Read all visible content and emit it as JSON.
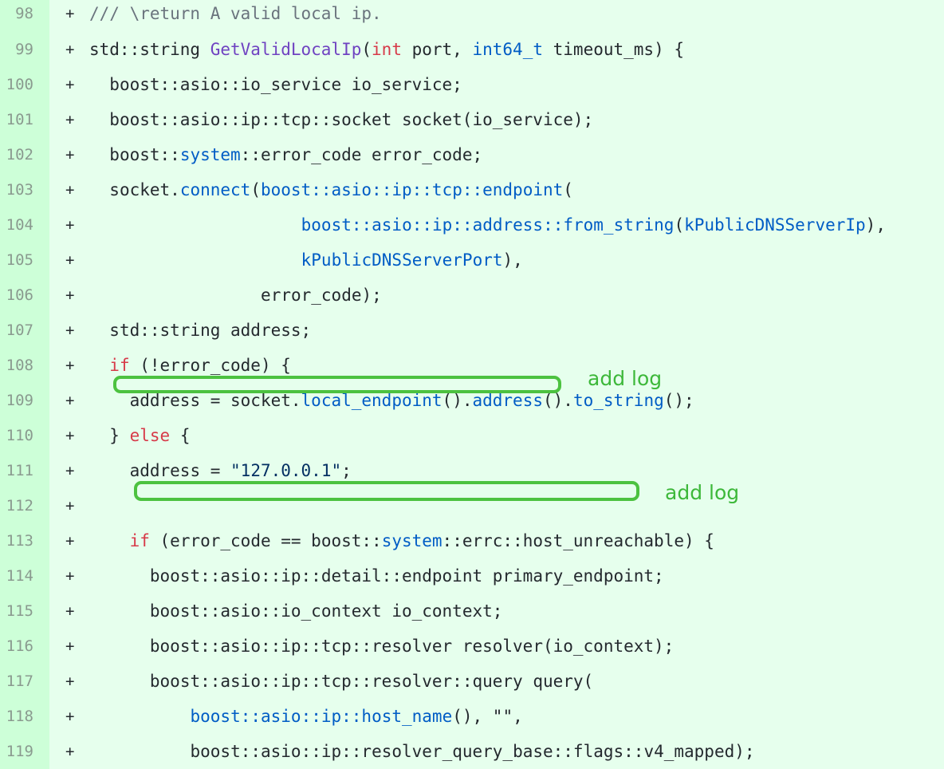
{
  "lines": [
    {
      "num": "98",
      "marker": "+",
      "indent": 0,
      "tokens": [
        {
          "t": "/// \\return A valid local ip.",
          "c": "comment"
        }
      ]
    },
    {
      "num": "99",
      "marker": "+",
      "indent": 0,
      "tokens": [
        {
          "t": "std::string ",
          "c": "default"
        },
        {
          "t": "GetValidLocalIp",
          "c": "func"
        },
        {
          "t": "(",
          "c": "default"
        },
        {
          "t": "int",
          "c": "keyword"
        },
        {
          "t": " port, ",
          "c": "default"
        },
        {
          "t": "int64_t",
          "c": "type"
        },
        {
          "t": " timeout_ms) {",
          "c": "default"
        }
      ]
    },
    {
      "num": "100",
      "marker": "+",
      "indent": 2,
      "tokens": [
        {
          "t": "boost::asio::io_service io_service;",
          "c": "default"
        }
      ]
    },
    {
      "num": "101",
      "marker": "+",
      "indent": 2,
      "tokens": [
        {
          "t": "boost::asio::ip::tcp::socket socket(io_service);",
          "c": "default"
        }
      ]
    },
    {
      "num": "102",
      "marker": "+",
      "indent": 2,
      "tokens": [
        {
          "t": "boost::",
          "c": "default"
        },
        {
          "t": "system",
          "c": "type"
        },
        {
          "t": "::error_code error_code;",
          "c": "default"
        }
      ]
    },
    {
      "num": "103",
      "marker": "+",
      "indent": 2,
      "tokens": [
        {
          "t": "socket.",
          "c": "default"
        },
        {
          "t": "connect",
          "c": "entity"
        },
        {
          "t": "(",
          "c": "default"
        },
        {
          "t": "boost::asio::ip::tcp::endpoint",
          "c": "entity"
        },
        {
          "t": "(",
          "c": "default"
        }
      ]
    },
    {
      "num": "104",
      "marker": "+",
      "indent": 21,
      "tokens": [
        {
          "t": "boost::asio::ip::address::from_string",
          "c": "entity"
        },
        {
          "t": "(",
          "c": "default"
        },
        {
          "t": "kPublicDNSServerIp",
          "c": "entity"
        },
        {
          "t": "),",
          "c": "default"
        }
      ]
    },
    {
      "num": "105",
      "marker": "+",
      "indent": 21,
      "tokens": [
        {
          "t": "kPublicDNSServerPort",
          "c": "entity"
        },
        {
          "t": "),",
          "c": "default"
        }
      ]
    },
    {
      "num": "106",
      "marker": "+",
      "indent": 17,
      "tokens": [
        {
          "t": "error_code);",
          "c": "default"
        }
      ]
    },
    {
      "num": "107",
      "marker": "+",
      "indent": 2,
      "tokens": [
        {
          "t": "std::string address;",
          "c": "default"
        }
      ]
    },
    {
      "num": "108",
      "marker": "+",
      "indent": 2,
      "tokens": [
        {
          "t": "if",
          "c": "keyword"
        },
        {
          "t": " (!error_code) {",
          "c": "default"
        }
      ]
    },
    {
      "num": "109",
      "marker": "+",
      "indent": 4,
      "tokens": [
        {
          "t": "address = socket.",
          "c": "default"
        },
        {
          "t": "local_endpoint",
          "c": "entity"
        },
        {
          "t": "().",
          "c": "default"
        },
        {
          "t": "address",
          "c": "entity"
        },
        {
          "t": "().",
          "c": "default"
        },
        {
          "t": "to_string",
          "c": "entity"
        },
        {
          "t": "();",
          "c": "default"
        }
      ]
    },
    {
      "num": "110",
      "marker": "+",
      "indent": 2,
      "tokens": [
        {
          "t": "} ",
          "c": "default"
        },
        {
          "t": "else",
          "c": "keyword"
        },
        {
          "t": " {",
          "c": "default"
        }
      ]
    },
    {
      "num": "111",
      "marker": "+",
      "indent": 4,
      "tokens": [
        {
          "t": "address = ",
          "c": "default"
        },
        {
          "t": "\"127.0.0.1\"",
          "c": "string"
        },
        {
          "t": ";",
          "c": "default"
        }
      ]
    },
    {
      "num": "112",
      "marker": "+",
      "indent": 0,
      "tokens": []
    },
    {
      "num": "113",
      "marker": "+",
      "indent": 4,
      "tokens": [
        {
          "t": "if",
          "c": "keyword"
        },
        {
          "t": " (error_code == boost::",
          "c": "default"
        },
        {
          "t": "system",
          "c": "type"
        },
        {
          "t": "::errc::host_unreachable) {",
          "c": "default"
        }
      ]
    },
    {
      "num": "114",
      "marker": "+",
      "indent": 6,
      "tokens": [
        {
          "t": "boost::asio::ip::detail::endpoint primary_endpoint;",
          "c": "default"
        }
      ]
    },
    {
      "num": "115",
      "marker": "+",
      "indent": 6,
      "tokens": [
        {
          "t": "boost::asio::io_context io_context;",
          "c": "default"
        }
      ]
    },
    {
      "num": "116",
      "marker": "+",
      "indent": 6,
      "tokens": [
        {
          "t": "boost::asio::ip::tcp::resolver resolver(io_context);",
          "c": "default"
        }
      ]
    },
    {
      "num": "117",
      "marker": "+",
      "indent": 6,
      "tokens": [
        {
          "t": "boost::asio::ip::tcp::resolver::query query(",
          "c": "default"
        }
      ]
    },
    {
      "num": "118",
      "marker": "+",
      "indent": 10,
      "tokens": [
        {
          "t": "boost::asio::ip::host_name",
          "c": "entity"
        },
        {
          "t": "(), \"\",",
          "c": "default"
        }
      ]
    },
    {
      "num": "119",
      "marker": "+",
      "indent": 10,
      "tokens": [
        {
          "t": "boost::asio::ip::resolver_query_base::flags::v4_mapped);",
          "c": "default"
        }
      ]
    }
  ],
  "annotations": [
    {
      "label": "add log",
      "color": "#4cc240"
    },
    {
      "label": "add log",
      "color": "#4cc240"
    }
  ]
}
